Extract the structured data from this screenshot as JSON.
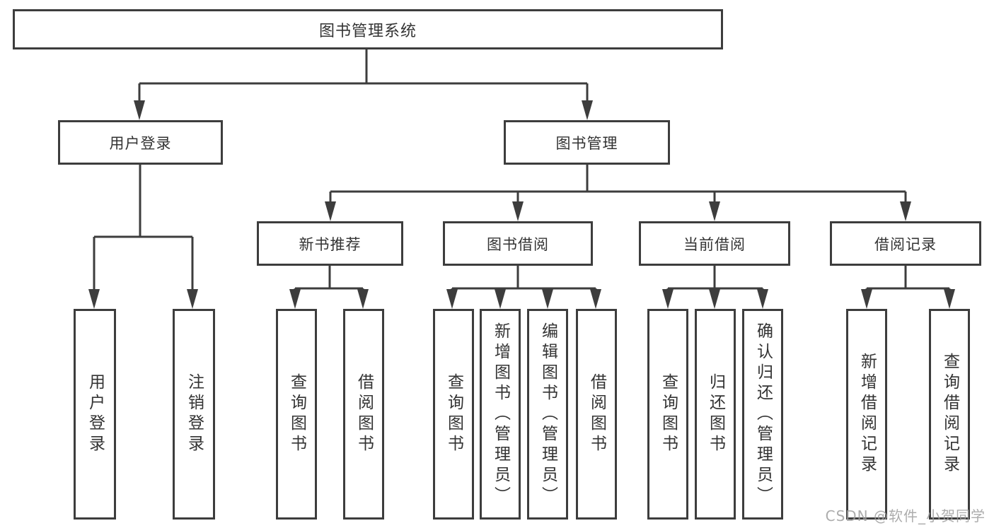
{
  "diagram": {
    "type": "hierarchy-tree",
    "tree": {
      "label": "图书管理系统",
      "children": [
        {
          "label": "用户登录",
          "children": [
            {
              "label": "用户登录"
            },
            {
              "label": "注销登录"
            }
          ]
        },
        {
          "label": "图书管理",
          "children": [
            {
              "label": "新书推荐",
              "children": [
                {
                  "label": "查询图书"
                },
                {
                  "label": "借阅图书"
                }
              ]
            },
            {
              "label": "图书借阅",
              "children": [
                {
                  "label": "查询图书"
                },
                {
                  "label": "新增图书（管理员）"
                },
                {
                  "label": "编辑图书（管理员）"
                },
                {
                  "label": "借阅图书"
                }
              ]
            },
            {
              "label": "当前借阅",
              "children": [
                {
                  "label": "查询图书"
                },
                {
                  "label": "归还图书"
                },
                {
                  "label": "确认归还（管理员）"
                }
              ]
            },
            {
              "label": "借阅记录",
              "children": [
                {
                  "label": "新增借阅记录"
                },
                {
                  "label": "查询借阅记录"
                }
              ]
            }
          ]
        }
      ]
    }
  },
  "watermark": {
    "text": "CSDN @软件_小贺同学"
  },
  "colors": {
    "line": "#3d3d3d",
    "box_border": "#3d3d3d",
    "text": "#333333",
    "watermark": "#9e9e9e",
    "background": "#ffffff"
  }
}
